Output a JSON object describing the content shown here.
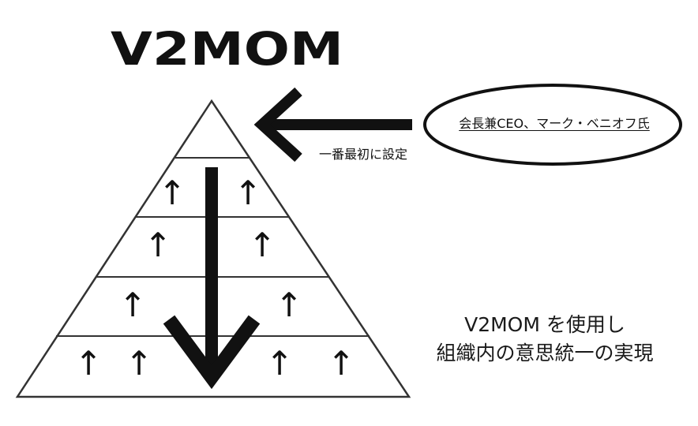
{
  "title": "V2MOM",
  "ellipse_label": "会長兼CEO、マーク・ベニオフ氏",
  "arrow_caption": "一番最初に設定",
  "bottom_caption": {
    "line1": "V2MOM を使用し",
    "line2": "組織内の意思統一の実現"
  },
  "up_arrow_glyph": "↑",
  "pyramid_tiers": [
    {
      "tier": 1,
      "up_arrow_count": 0
    },
    {
      "tier": 2,
      "up_arrow_count": 2
    },
    {
      "tier": 3,
      "up_arrow_count": 2
    },
    {
      "tier": 4,
      "up_arrow_count": 2
    },
    {
      "tier": 5,
      "up_arrow_count": 4
    }
  ],
  "colors": {
    "stroke": "#111111",
    "background": "#ffffff"
  }
}
